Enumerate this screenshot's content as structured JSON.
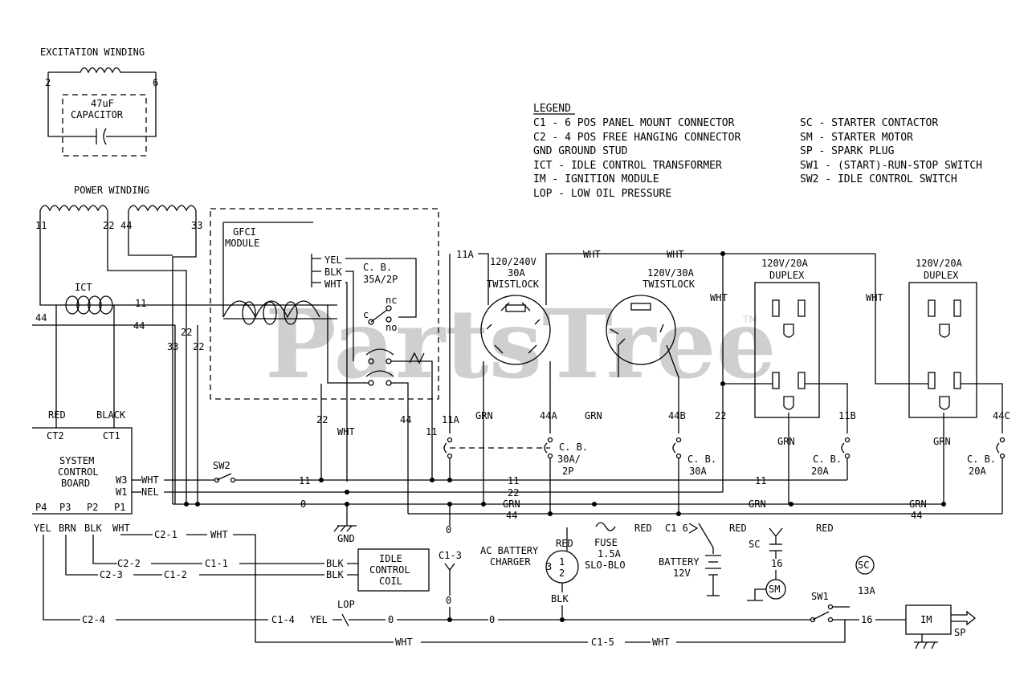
{
  "watermark": {
    "text": "PartsTree",
    "tm": "TM"
  },
  "legend": {
    "title": "LEGEND",
    "items": [
      "C1 - 6 POS PANEL MOUNT CONNECTOR",
      "C2 - 4 POS FREE HANGING CONNECTOR",
      "GND   GROUND STUD",
      "ICT - IDLE CONTROL TRANSFORMER",
      "IM - IGNITION MODULE",
      "LOP - LOW OIL PRESSURE",
      "SC - STARTER CONTACTOR",
      "SM - STARTER MOTOR",
      "SP - SPARK PLUG",
      "SW1 - (START)-RUN-STOP SWITCH",
      "SW2 - IDLE CONTROL SWITCH"
    ]
  },
  "excitation": {
    "title": "EXCITATION WINDING",
    "t1": "2",
    "t2": "6",
    "cap1": "47uF",
    "cap2": "CAPACITOR"
  },
  "power": {
    "title": "POWER WINDING",
    "t11": "11",
    "t22": "22",
    "t44": "44",
    "t33": "33"
  },
  "ict": {
    "label": "ICT",
    "w11": "11",
    "w44a": "44",
    "w44b": "44",
    "w33": "33",
    "w22a": "22",
    "w22b": "22",
    "red": "RED",
    "black": "BLACK"
  },
  "gfci": {
    "l1": "GFCI",
    "l2": "MODULE",
    "yel": "YEL",
    "blk": "BLK",
    "wht": "WHT",
    "cb1": "C. B.",
    "cb2": "35A/2P",
    "nc": "nc",
    "no": "no",
    "c": "c"
  },
  "board": {
    "title1": "SYSTEM",
    "title2": "CONTROL",
    "title3": "BOARD",
    "ct2": "CT2",
    "ct1": "CT1",
    "w3": "W3",
    "w1": "W1",
    "p4": "P4",
    "p3": "P3",
    "p2": "P2",
    "p1": "P1",
    "yel": "YEL",
    "brn": "BRN",
    "blk": "BLK",
    "wht": "WHT"
  },
  "twist1": {
    "l1": "120/240V",
    "l2": "30A",
    "l3": "TWISTLOCK",
    "in": "11A"
  },
  "twist2": {
    "l1": "120V/30A",
    "l2": "TWISTLOCK"
  },
  "duplex1": {
    "l1": "120V/20A",
    "l2": "DUPLEX"
  },
  "duplex2": {
    "l1": "120V/20A",
    "l2": "DUPLEX"
  },
  "wires": {
    "wht": "WHT",
    "grn": "GRN",
    "w11": "11",
    "w22": "22",
    "w44": "44",
    "w44a": "44A",
    "w44b": "44B",
    "w44c": "44C",
    "w11a": "11A",
    "w11b": "11B",
    "nel": "NEL",
    "zero": "0",
    "gnd": "GND",
    "sw2": "SW2"
  },
  "breakers": {
    "cb30a2p": [
      "C. B.",
      "30A/",
      "2P"
    ],
    "cb30a": [
      "C. B.",
      "30A"
    ],
    "cb20a_1": [
      "C. B.",
      "20A"
    ],
    "cb20a_2": [
      "C. B.",
      "20A"
    ]
  },
  "lower": {
    "c21": "C2-1",
    "c22": "C2-2",
    "c23": "C2-3",
    "c24": "C2-4",
    "c11": "C1-1",
    "c12": "C1-2",
    "c13": "C1-3",
    "c14": "C1-4",
    "c15": "C1-5",
    "c16": "C1 6",
    "idle1": "IDLE",
    "idle2": "CONTROL",
    "idle3": "COIL",
    "charger1": "AC BATTERY",
    "charger2": "CHARGER",
    "red": "RED",
    "fuse1": "FUSE",
    "fuse2": "1.5A",
    "fuse3": "SLO-BLO",
    "battery1": "BATTERY",
    "battery2": "12V",
    "sc": "SC",
    "sm": "SM",
    "w16": "16",
    "w13a": "13A",
    "sw1": "SW1",
    "lop": "LOP",
    "im": "IM",
    "sp": "SP",
    "t1": "1",
    "t2": "2",
    "t3": "3"
  }
}
